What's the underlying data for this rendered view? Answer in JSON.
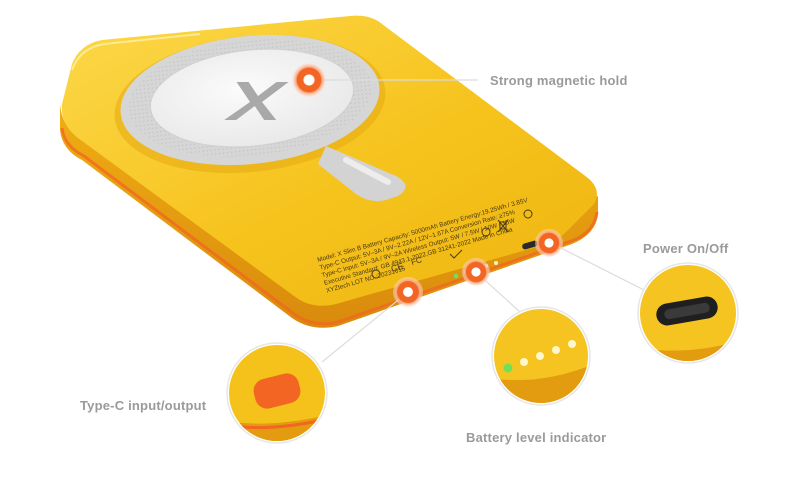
{
  "product": {
    "logo": "X",
    "label_lines": [
      "Model: X Slim B  Battery Capacity: 5000mAh  Battery Energy:19.25Wh / 3.85V",
      "Type-C Output: 5V–3A / 9V–2.22A / 12V–1.67A    Conversion Rate: ≥75%",
      "Type-C Input: 5V–3A / 9V–2A    Wireless Output: 5W / 7.5W / 10W / 15W",
      "Executive Standard: GB 4943.1-2022,GB 31241-2022         Made in China",
      "XYZtech    LOT NO.:20231015"
    ],
    "cert_icons": [
      "ul-icon",
      "ce-icon",
      "fcc-icon",
      "rohs-icon",
      "recycle-icon",
      "weee-icon",
      "ccc-icon"
    ]
  },
  "callouts": {
    "magnetic": "Strong magnetic hold",
    "power": "Power On/Off",
    "typec": "Type-C input/output",
    "battery": "Battery level indicator"
  },
  "colors": {
    "body": "#f5c21c",
    "body_side": "#e09a10",
    "accent_orange": "#f26522",
    "magsafe_ring": "#dcdcdc",
    "led_green": "#6ee05a",
    "label_gray": "#9a9a9a"
  }
}
